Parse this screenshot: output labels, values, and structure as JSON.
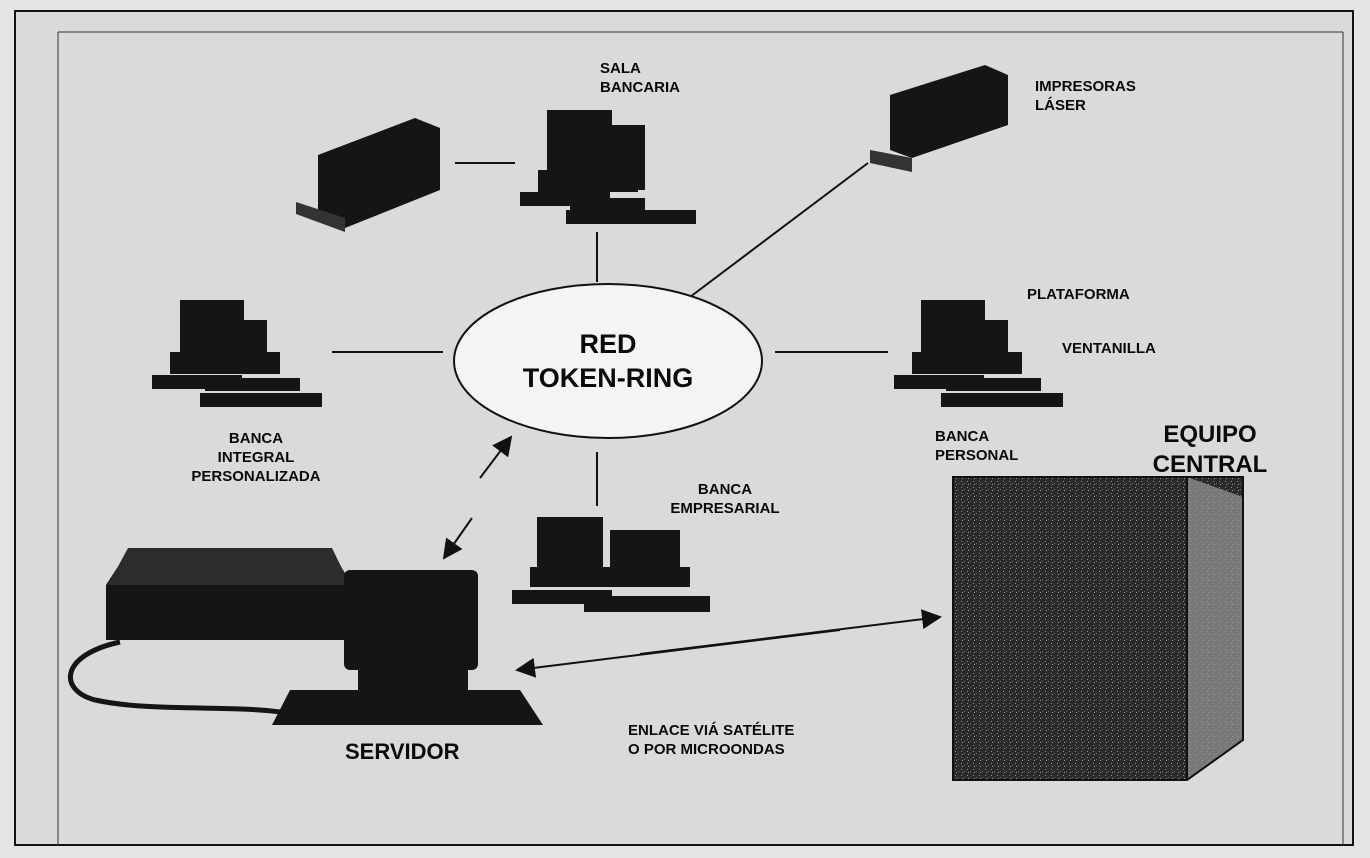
{
  "ring": {
    "line1": "RED",
    "line2": "TOKEN-RING"
  },
  "labels": {
    "sala_bancaria": [
      "SALA",
      "BANCARIA"
    ],
    "impresoras_laser": [
      "IMPRESORAS",
      "LÁSER"
    ],
    "plataforma": "PLATAFORMA",
    "ventanilla": "VENTANILLA",
    "banca_personal": [
      "BANCA",
      "PERSONAL"
    ],
    "banca_integral": [
      "BANCA",
      "INTEGRAL",
      "PERSONALIZADA"
    ],
    "banca_empresarial": [
      "BANCA",
      "EMPRESARIAL"
    ],
    "equipo_central": [
      "EQUIPO",
      "CENTRAL"
    ],
    "servidor": "SERVIDOR",
    "enlace": [
      "ENLACE VIÁ SATÉLITE",
      "O POR MICROONDAS"
    ]
  },
  "icons": [
    "terminal-icon",
    "printer-icon",
    "laser-printer-icon",
    "server-icon",
    "mainframe-icon",
    "cable-icon"
  ],
  "colors": {
    "ink": "#111111",
    "background": "#dadada",
    "ring_fill": "#f4f4f4"
  }
}
